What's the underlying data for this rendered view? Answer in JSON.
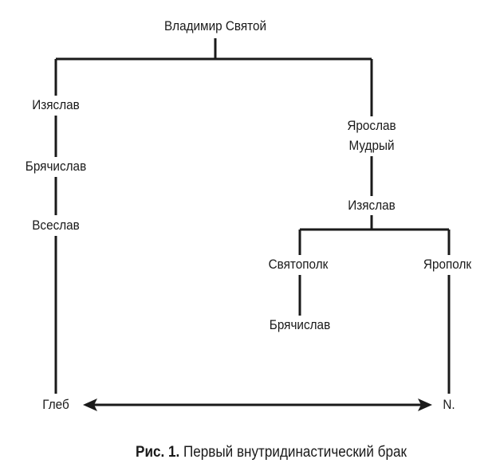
{
  "nodes": {
    "root": "Владимир Святой",
    "izyaslav_left": "Изяслав",
    "bryachislav_left": "Брячислав",
    "vseslav": "Всеслав",
    "gleb": "Глеб",
    "yaroslav_1": "Ярослав",
    "yaroslav_2": "Мудрый",
    "izyaslav_right": "Изяслав",
    "svyatopolk": "Святополк",
    "yaropolk": "Ярополк",
    "bryachislav_right": "Брячислав",
    "n": "N."
  },
  "caption": {
    "label": "Рис. 1.",
    "text": " Первый внутридинастический брак"
  }
}
